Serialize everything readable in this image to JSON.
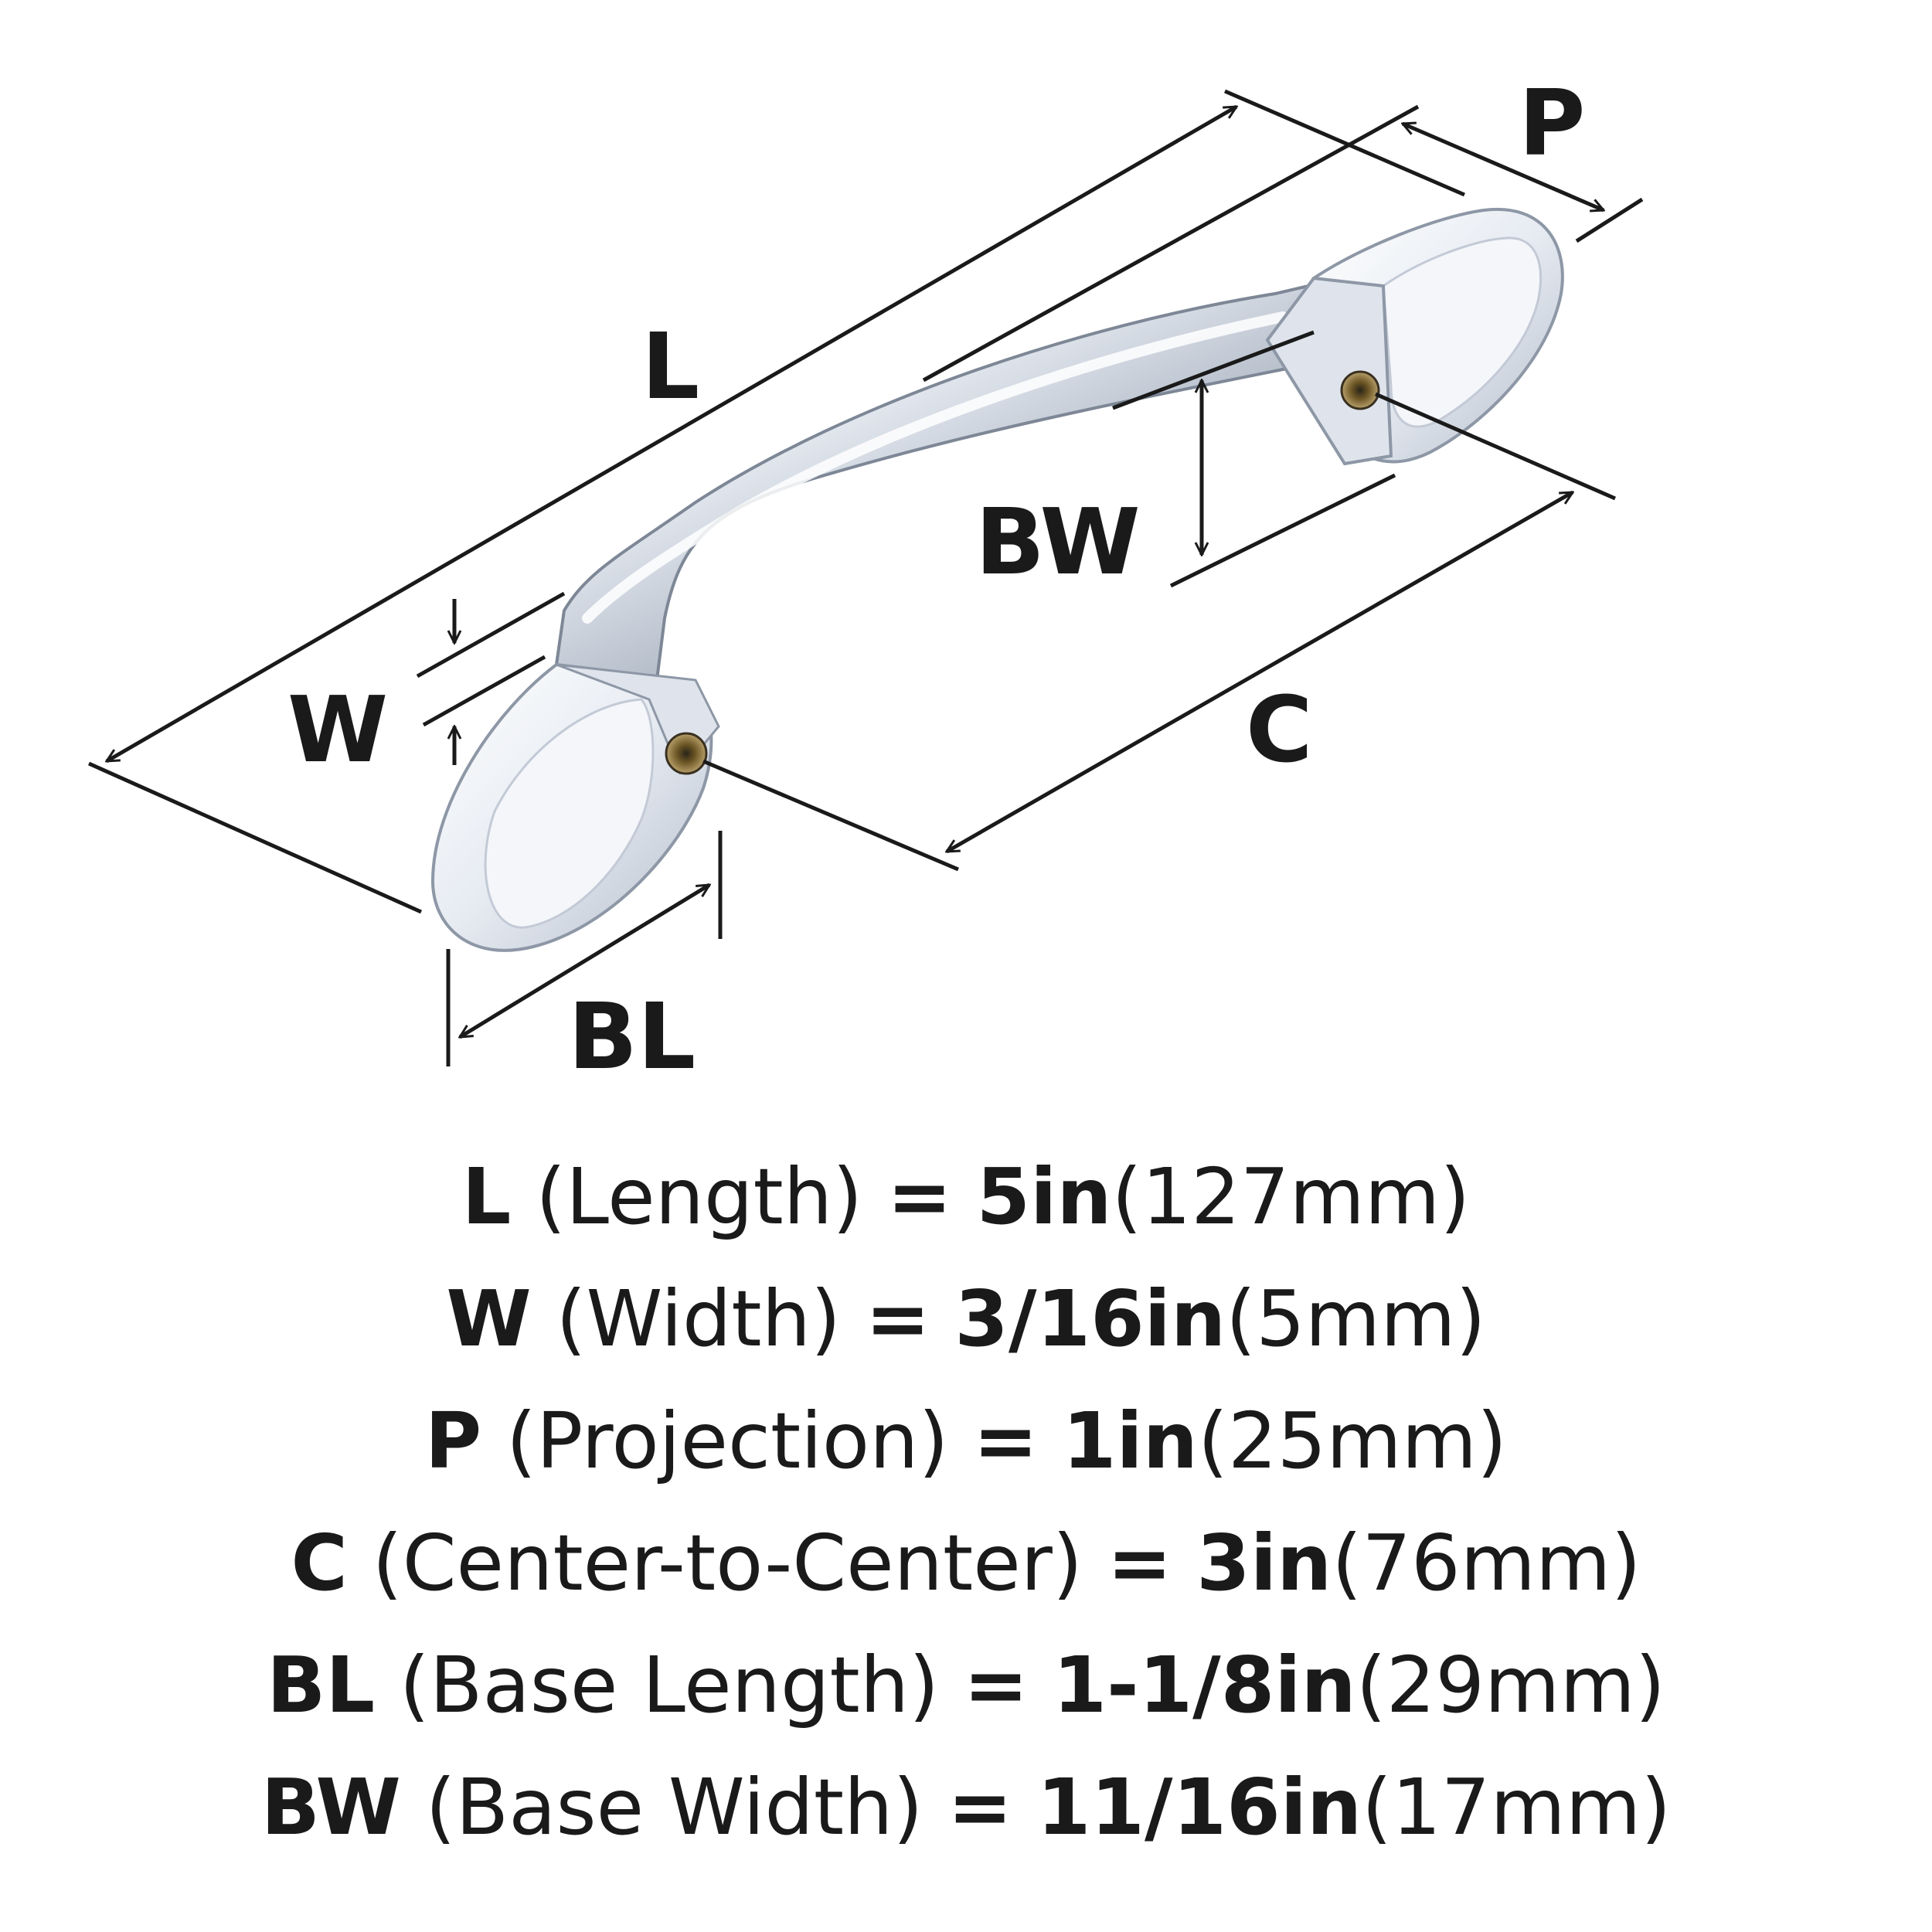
{
  "labels": {
    "L": "L",
    "P": "P",
    "W": "W",
    "BW": "BW",
    "C": "C",
    "BL": "BL"
  },
  "specs": [
    {
      "code": "L",
      "desc": "(Length)",
      "eq": "=",
      "imperial": "5in",
      "metric": "(127mm)"
    },
    {
      "code": "W",
      "desc": "(Width)",
      "eq": "=",
      "imperial": "3/16in",
      "metric": "(5mm)"
    },
    {
      "code": "P",
      "desc": "(Projection)",
      "eq": "=",
      "imperial": "1in",
      "metric": "(25mm)"
    },
    {
      "code": "C",
      "desc": "(Center-to-Center)",
      "eq": "=",
      "imperial": "3in",
      "metric": "(76mm)"
    },
    {
      "code": "BL",
      "desc": "(Base Length)",
      "eq": "=",
      "imperial": "1-1/8in",
      "metric": "(29mm)"
    },
    {
      "code": "BW",
      "desc": "(Base Width)",
      "eq": "=",
      "imperial": "11/16in",
      "metric": "(17mm)"
    }
  ],
  "colors": {
    "ink": "#1a1a1a",
    "chrome_light": "#f2f5fa",
    "chrome_mid": "#c9d0dc",
    "chrome_dark": "#7d8796",
    "brass": "#8a6a2a"
  }
}
